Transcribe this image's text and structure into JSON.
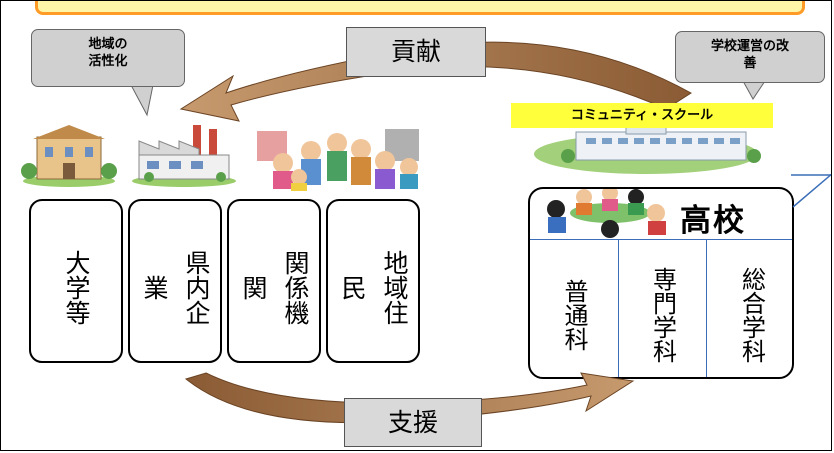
{
  "title": "",
  "bubbles": {
    "left_text": "地域の\n活性化",
    "right_text": "学校運営の改\n善"
  },
  "arrow_labels": {
    "top": "貢献",
    "bottom": "支援"
  },
  "community_school_label": "コミュニティ・スクール",
  "organizations": [
    {
      "columns": [
        "大学等"
      ]
    },
    {
      "columns": [
        "県内企",
        "業"
      ]
    },
    {
      "columns": [
        "関係機",
        "関"
      ]
    },
    {
      "columns": [
        "地域住",
        "民"
      ]
    }
  ],
  "school": {
    "title": "高校",
    "courses": [
      "普通科",
      "専門学科",
      "総合学科"
    ]
  },
  "colors": {
    "banner_border": "#ff9b26",
    "banner_fill": "#fff6a8",
    "bubble_fill": "#d0d0d0",
    "arrow_fill": "#a8774e",
    "cs_label_fill": "#ffff3b",
    "course_divider": "#3b6eb8"
  }
}
